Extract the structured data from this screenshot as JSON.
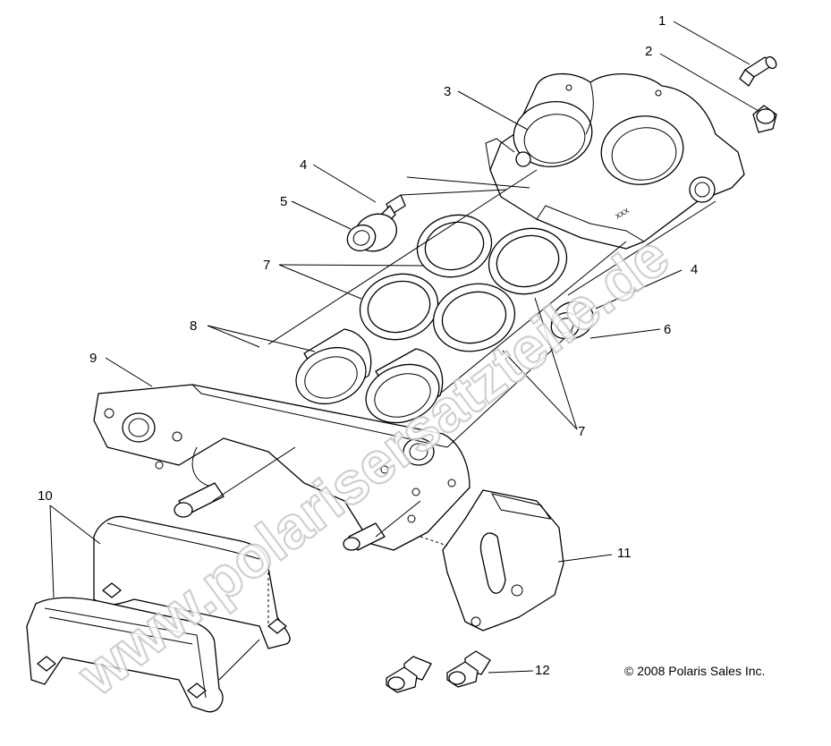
{
  "callouts": [
    "1",
    "2",
    "3",
    "4",
    "5",
    "7",
    "8",
    "4",
    "6",
    "9",
    "7",
    "10",
    "11",
    "12"
  ],
  "copyright": "© 2008 Polaris Sales Inc.",
  "watermark": "www.polarisersatzteile.de",
  "colors": {
    "line": "#000000",
    "background": "#ffffff",
    "watermark_outline": "#c8c8c8"
  }
}
